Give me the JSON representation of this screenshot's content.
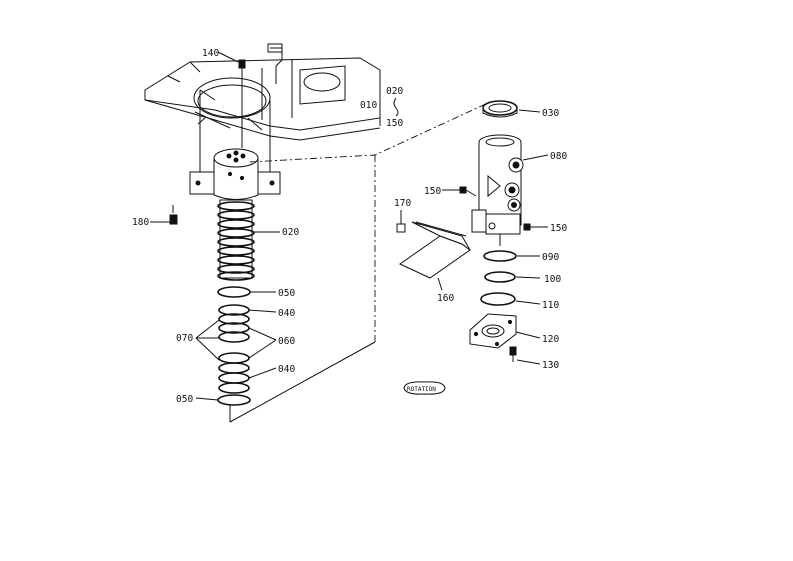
{
  "labels": {
    "p140": "140",
    "p180": "180",
    "p020": "020",
    "p050a": "050",
    "p040a": "040",
    "p070": "070",
    "p060": "060",
    "p040b": "040",
    "p050b": "050",
    "g020": "020",
    "g010": "010",
    "g150": "150",
    "p030": "030",
    "p080": "080",
    "p150a": "150",
    "p170": "170",
    "p150b": "150",
    "p090": "090",
    "p100": "100",
    "p110": "110",
    "p160": "160",
    "p120": "120",
    "p130": "130"
  },
  "stamp": "ROTATION"
}
